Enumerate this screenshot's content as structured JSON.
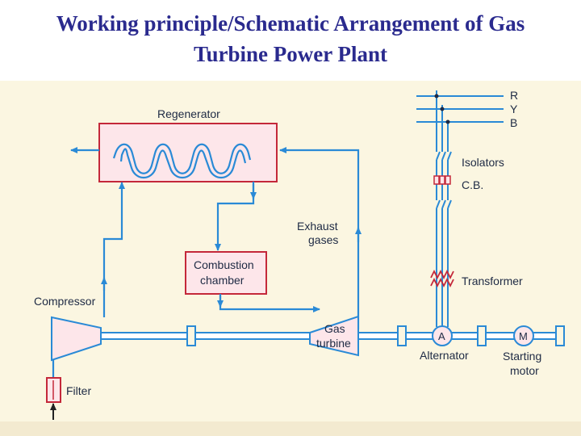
{
  "title": {
    "line1": "Working principle/Schematic Arrangement of Gas",
    "line2": "Turbine Power Plant"
  },
  "diagram": {
    "labels": {
      "regenerator": "Regenerator",
      "combustion_line1": "Combustion",
      "combustion_line2": "chamber",
      "exhaust_line1": "Exhaust",
      "exhaust_line2": "gases",
      "compressor": "Compressor",
      "gas_turbine_line1": "Gas",
      "gas_turbine_line2": "turbine",
      "filter": "Filter",
      "alternator": "Alternator",
      "alternator_symbol": "A",
      "starting_motor_line1": "Starting",
      "starting_motor_line2": "motor",
      "motor_symbol": "M",
      "isolators": "Isolators",
      "circuit_breaker": "C.B.",
      "transformer": "Transformer",
      "phase_r": "R",
      "phase_y": "Y",
      "phase_b": "B"
    },
    "colors": {
      "background": "#fbf6e1",
      "component_fill": "#fde6ea",
      "component_stroke": "#c4283a",
      "flow_line": "#2a8ad6",
      "title_text": "#2a2a8e"
    }
  }
}
